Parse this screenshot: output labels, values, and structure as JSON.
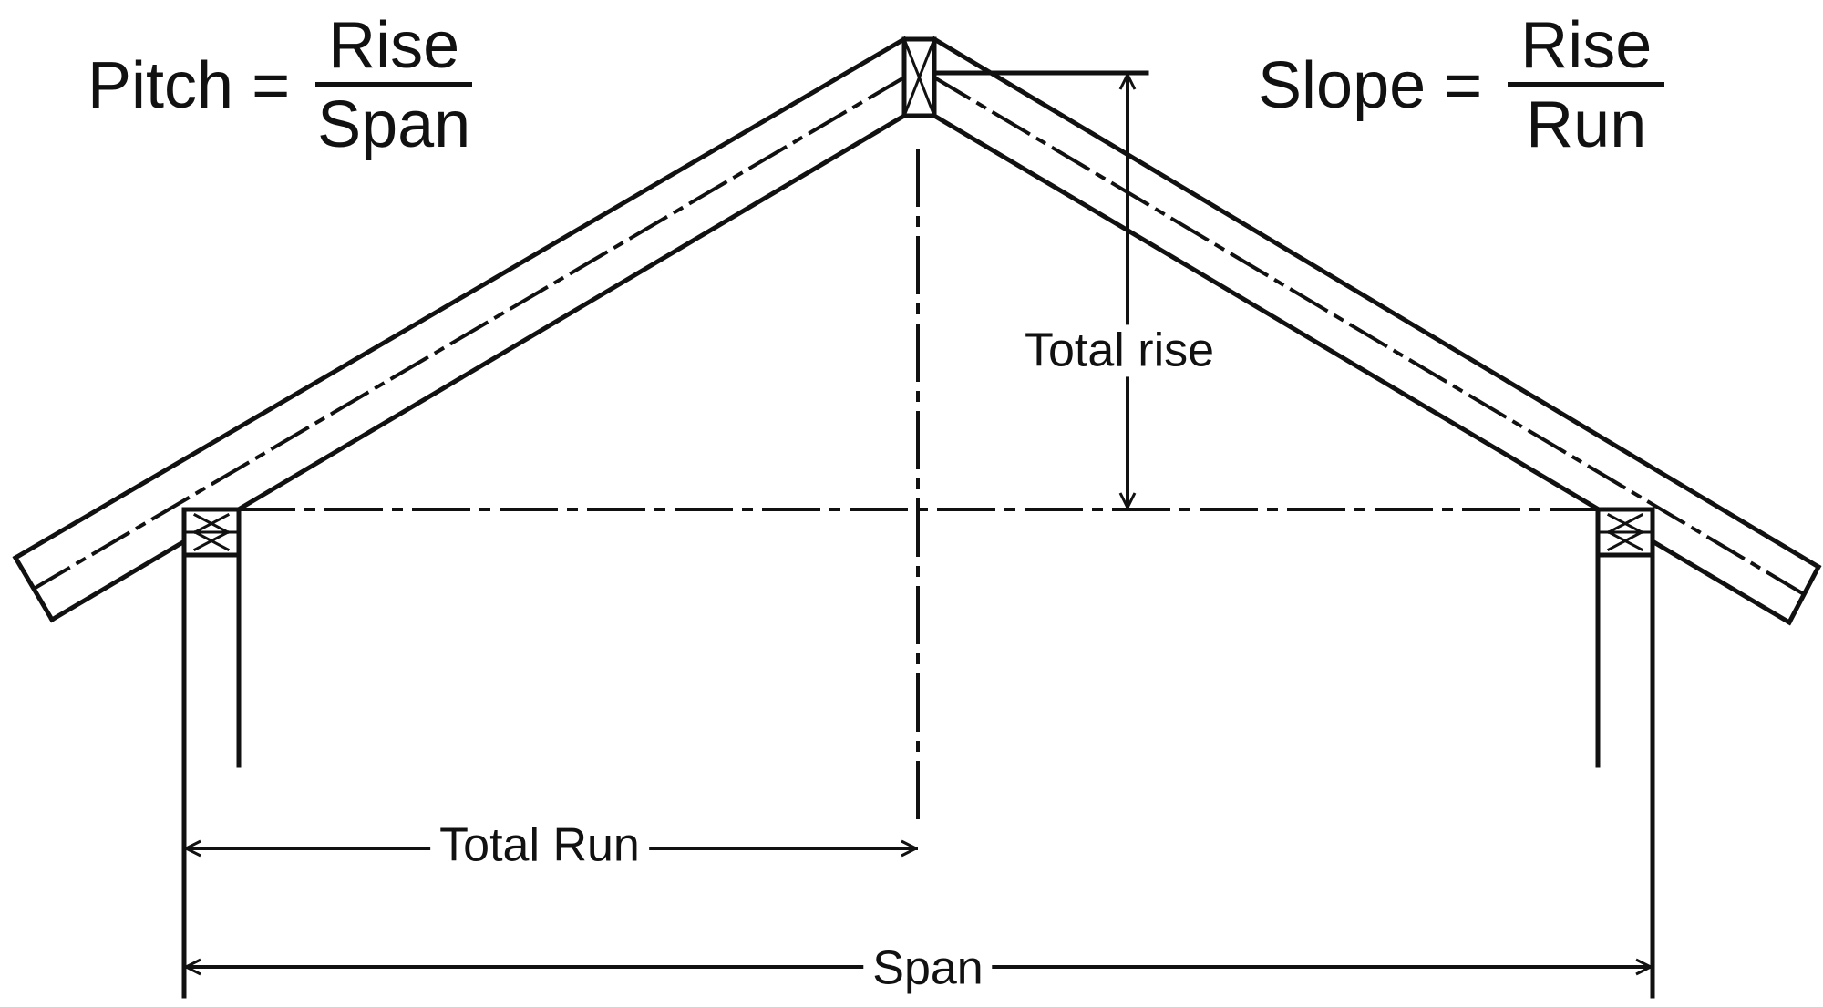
{
  "pitch_formula": {
    "lhs": "Pitch =",
    "numerator": "Rise",
    "denominator": "Span"
  },
  "slope_formula": {
    "lhs": "Slope =",
    "numerator": "Rise",
    "denominator": "Run"
  },
  "labels": {
    "total_rise": "Total rise",
    "total_run": "Total Run",
    "span": "Span"
  },
  "colors": {
    "stroke": "#111111",
    "background": "#ffffff"
  }
}
